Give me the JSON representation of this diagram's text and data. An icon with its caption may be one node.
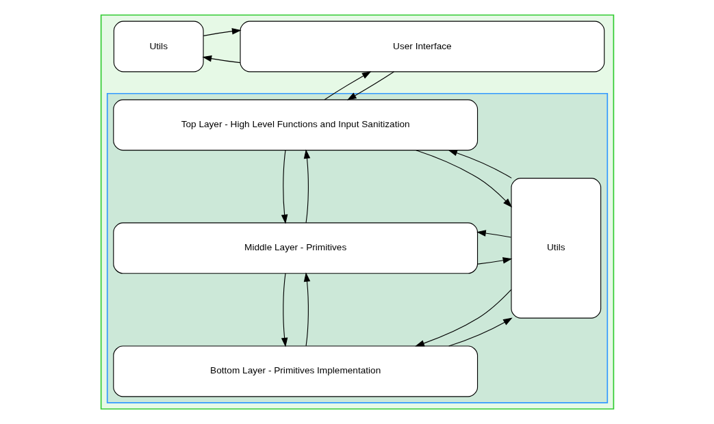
{
  "diagram": {
    "nodes": [
      {
        "text": [],
        "shape": "box"
      },
      {
        "text": [
          "User Interface"
        ],
        "in": 0
      },
      {
        "text": [
          "Utils"
        ],
        "in": 0
      },
      {
        "text": [],
        "shape": "box",
        "in": 0
      },
      {
        "text": [
          "Top Layer - High Level Functions and Input Sanitization"
        ],
        "in": 3
      },
      {
        "text": [
          "Middle Layer - Primitives"
        ],
        "in": 3
      },
      {
        "text": [
          "Bottom Layer - Primitives Implementation"
        ],
        "in": 3
      },
      {
        "text": [
          "Utils"
        ],
        "in": 3
      }
    ],
    "edges": [
      {
        "from": 1,
        "to": 2,
        "arrow": "to"
      },
      {
        "from": 2,
        "to": 1,
        "arrow": "to"
      },
      {
        "from": 1,
        "to": 4,
        "arrow": "to"
      },
      {
        "from": 4,
        "to": 1,
        "arrow": "to"
      },
      {
        "from": 4,
        "to": 5,
        "arrow": "to"
      },
      {
        "from": 5,
        "to": 4,
        "arrow": "to"
      },
      {
        "from": 5,
        "to": 6,
        "arrow": "to"
      },
      {
        "from": 6,
        "to": 5,
        "arrow": "to"
      },
      {
        "from": 4,
        "to": 7,
        "arrow": "to"
      },
      {
        "from": 7,
        "to": 4,
        "arrow": "to"
      },
      {
        "from": 5,
        "to": 7,
        "arrow": "to"
      },
      {
        "from": 7,
        "to": 5,
        "arrow": "to"
      },
      {
        "from": 6,
        "to": 7,
        "arrow": "to"
      },
      {
        "from": 7,
        "to": 6,
        "arrow": "to"
      }
    ]
  }
}
